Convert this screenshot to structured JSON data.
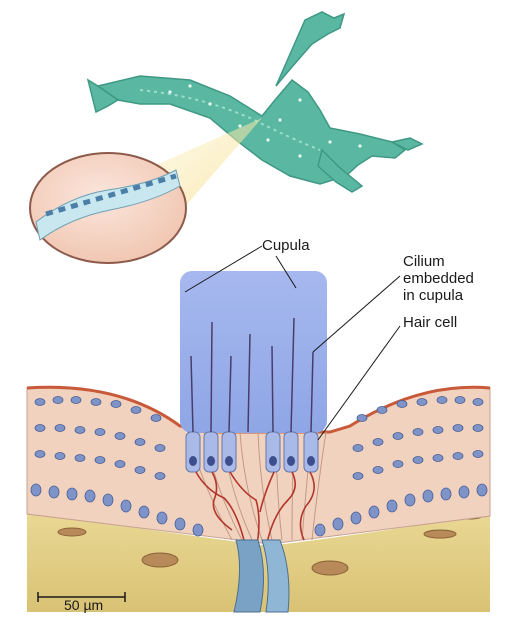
{
  "labels": {
    "cupula": "Cupula",
    "cilium": "Cilium\nembedded\nin cupula",
    "hair_cell": "Hair cell",
    "scale_bar": "50 µm"
  },
  "colors": {
    "frog_body": "#5ab8a2",
    "frog_dark": "#3e9884",
    "cupula_fill": "#9fb4ec",
    "cell_fill": "#f0d2bf",
    "nucleus": "#7e93c8",
    "basal_layer": "#e4d08a",
    "nerve_fiber": "#b4362b",
    "nerve_bundle": "#7aa2c4"
  }
}
